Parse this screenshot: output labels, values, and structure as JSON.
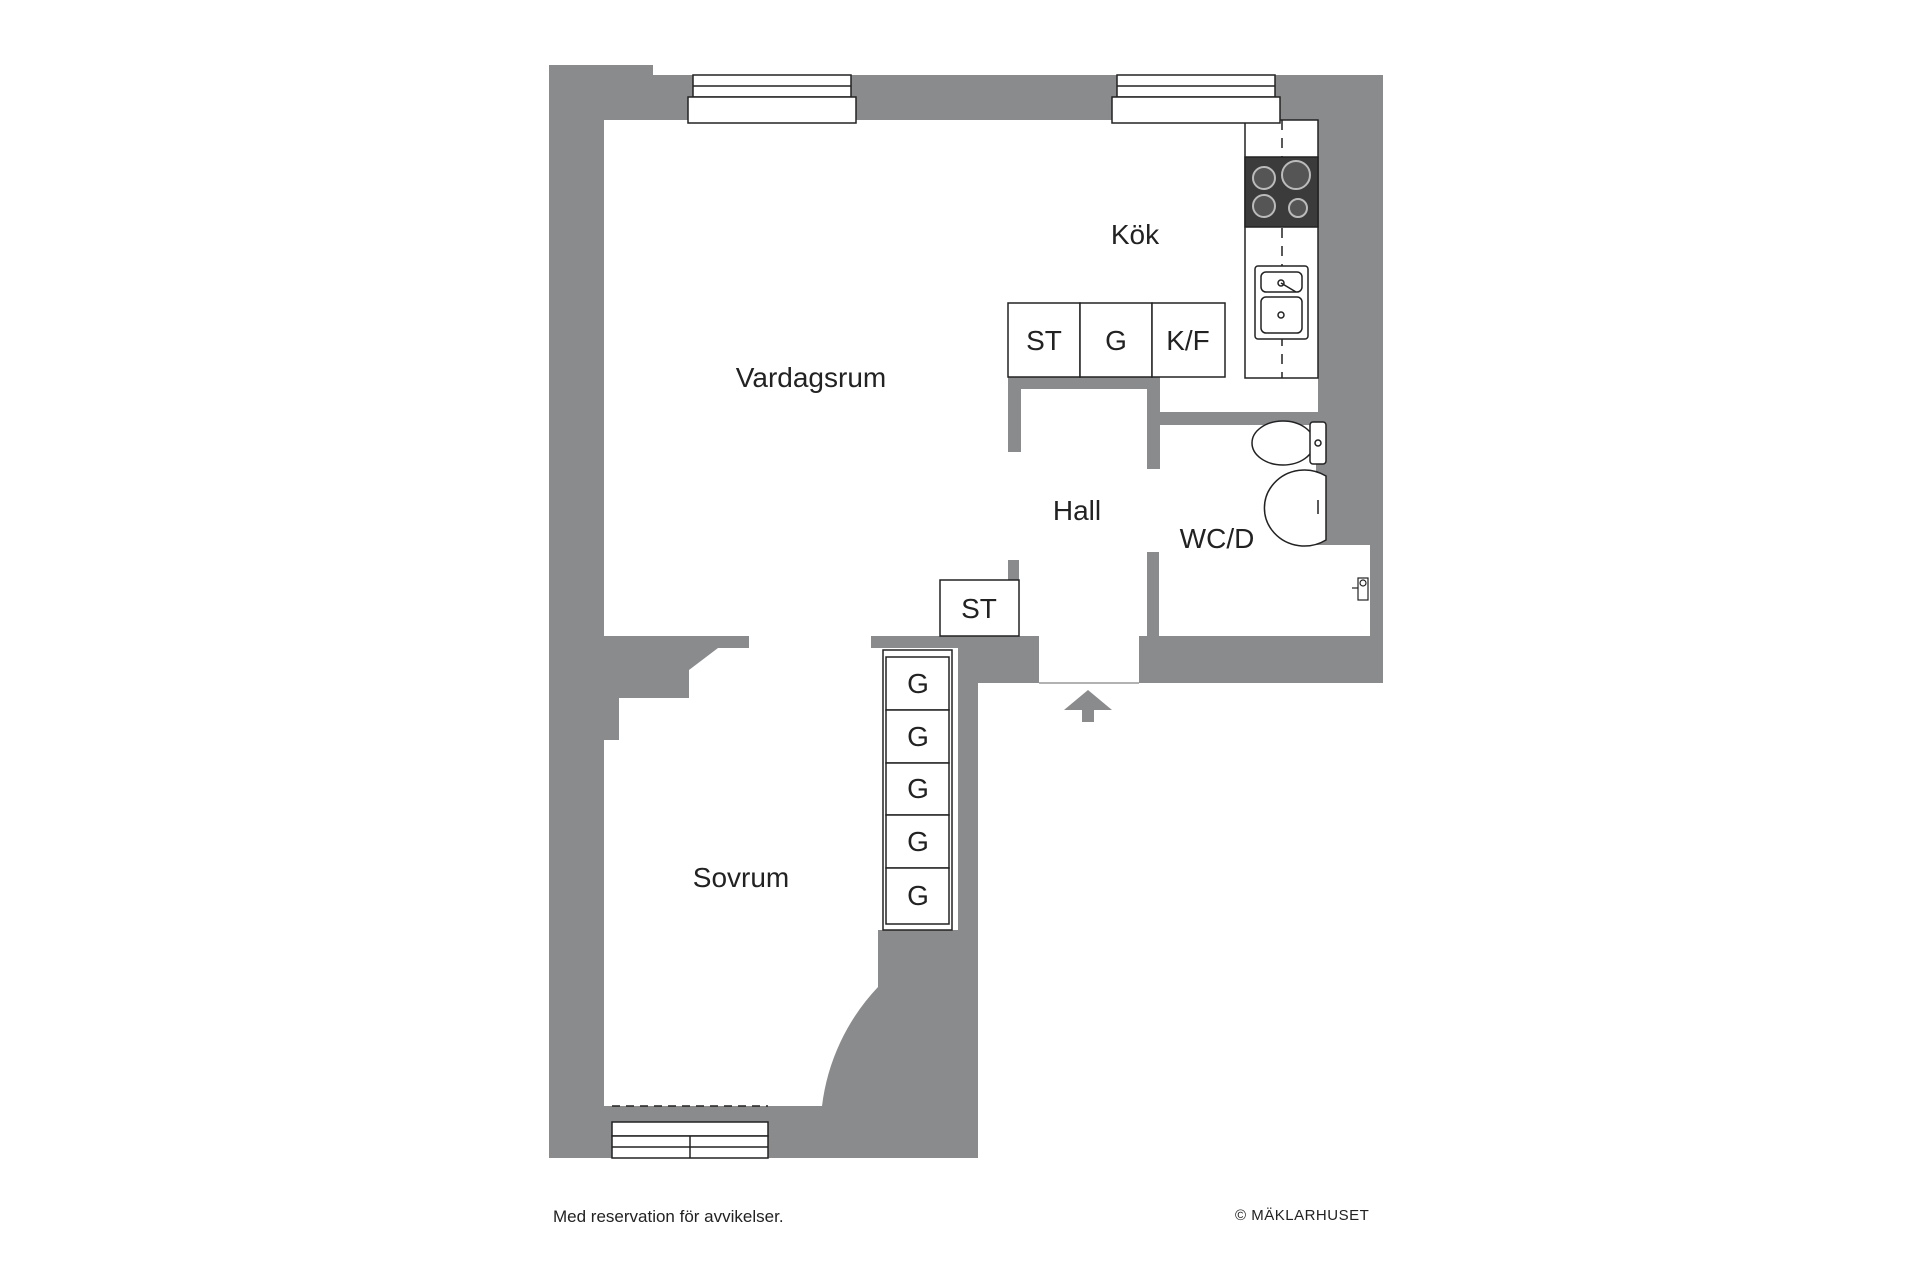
{
  "rooms": {
    "kok": "Kök",
    "vardagsrum": "Vardagsrum",
    "hall": "Hall",
    "wcd": "WC/D",
    "sovrum": "Sovrum"
  },
  "units": {
    "kitchen_st": "ST",
    "kitchen_g": "G",
    "kitchen_kf": "K/F",
    "hall_st": "ST",
    "wardrobes": [
      "G",
      "G",
      "G",
      "G",
      "G"
    ]
  },
  "footer": {
    "disclaimer": "Med reservation för avvikelser.",
    "copyright": "© MÄKLARHUSET"
  },
  "colors": {
    "wall": "#8a8b8d",
    "background": "#ffffff",
    "line": "#222222"
  },
  "icons": [
    "entrance-arrow-icon",
    "stove-icon",
    "sink-icon",
    "toilet-icon",
    "washbasin-icon",
    "shower-icon",
    "window-icon"
  ]
}
